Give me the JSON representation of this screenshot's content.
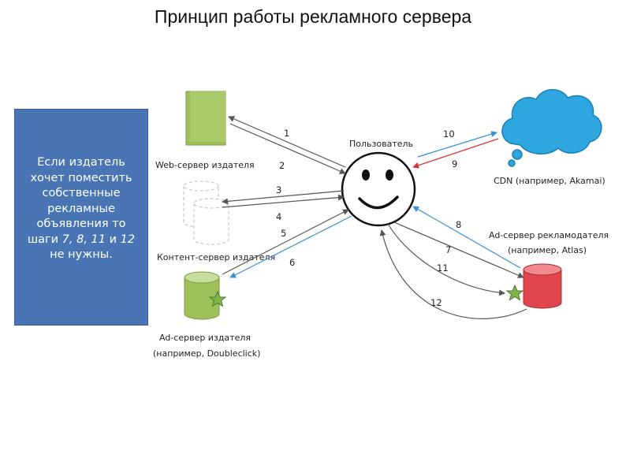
{
  "title": "Принцип работы рекламного сервера",
  "note": {
    "line1": "Если издатель",
    "line2": "хочет поместить",
    "line3": "собственные",
    "line4": "рекламные",
    "line5": "объявления то",
    "line6_prefix": "шаги ",
    "line6_steps": "7, 8, 11",
    "line6_and": " и ",
    "line6_last": "12",
    "line7": "не нужны."
  },
  "nodes": {
    "web_server": "Web-сервер издателя",
    "content_server": "Контент-сервер издателя",
    "ad_server_publisher_line1": "Ad-сервер издателя",
    "ad_server_publisher_line2": "(например, Doubleclick)",
    "user": "Пользователь",
    "cdn": "CDN (например, Akamai)",
    "ad_server_advertiser_line1": "Ad-сервер рекламодателя",
    "ad_server_advertiser_line2": "(например, Atlas)"
  },
  "steps": [
    "1",
    "2",
    "3",
    "4",
    "5",
    "6",
    "7",
    "8",
    "9",
    "10",
    "11",
    "12"
  ],
  "colors": {
    "note_bg": "#4a75b5",
    "web_server": "#9dc05b",
    "ad_server_publisher": "#9dc05b",
    "ad_server_advertiser": "#e0454d",
    "cdn": "#2ea7e0",
    "star": "#7fb54a",
    "blue_arrow": "#3d8fd6",
    "red_arrow": "#d9343a",
    "gray_arrow": "#555555"
  }
}
